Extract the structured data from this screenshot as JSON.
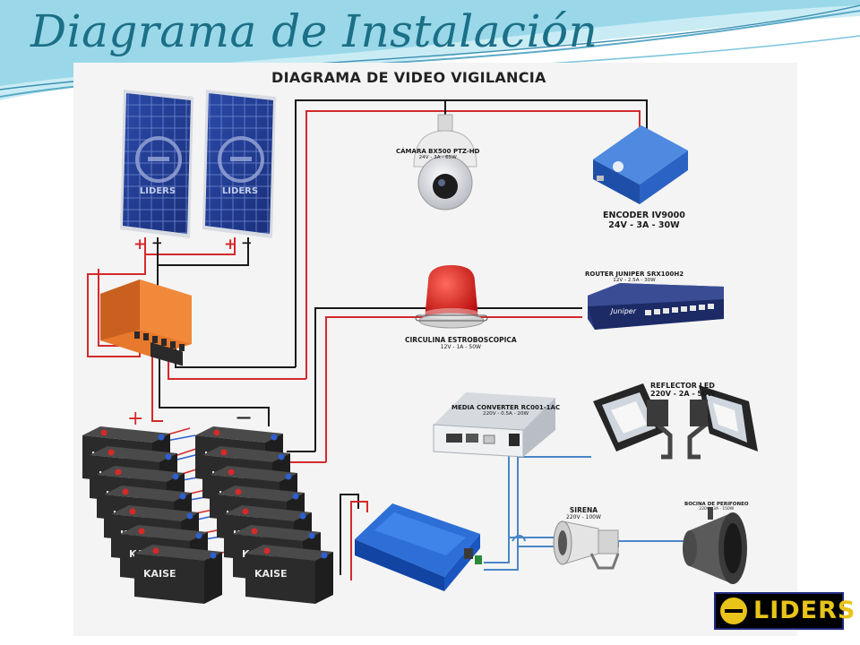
{
  "slide": {
    "title": "Diagrama de Instalación"
  },
  "diagram": {
    "heading": "DIAGRAMA DE VIDEO VIGILANCIA",
    "solar_panel_watermark": "LIDERS",
    "panel_terminals": {
      "plus": "+",
      "minus": "−"
    },
    "battery_terminals": {
      "plus": "+",
      "minus": "−"
    },
    "battery_brand": "KAISE",
    "devices": {
      "camera": {
        "name": "CÁMARA BX500 PTZ-HD",
        "specs": "24V - 3A - 65W"
      },
      "encoder": {
        "name": "ENCODER IV9000",
        "specs": "24V - 3A - 30W"
      },
      "router": {
        "name": "ROUTER JUNIPER SRX100H2",
        "specs": "12V - 2.5A - 30W",
        "brand": "Juniper"
      },
      "strobe": {
        "name": "CIRCULINA ESTROBOSCOPICA",
        "specs": "12V - 1A - 50W"
      },
      "converter": {
        "name": "MEDIA CONVERTER RC001-1AC",
        "specs": "220V - 0.5A - 20W"
      },
      "reflector": {
        "name": "REFLECTOR LED",
        "specs": "220V - 2A - 50W"
      },
      "siren": {
        "name": "SIRENA",
        "specs": "220V - 100W"
      },
      "loudspeaker": {
        "name": "BOCINA DE PERIFONEO",
        "specs": "220V - 3A - 150W"
      }
    },
    "colors": {
      "positive_wire": "#d42a2a",
      "negative_wire": "#1a1a1a",
      "data_wire": "#4a86c8",
      "title": "#1b6f86"
    }
  },
  "logo": {
    "text": "LIDERS"
  }
}
